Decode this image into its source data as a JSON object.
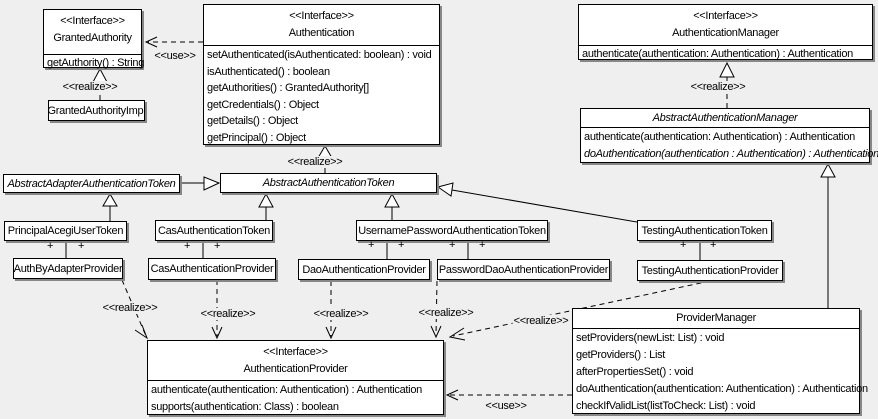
{
  "labels": {
    "use": "<<use>>",
    "realize": "<<realize>>",
    "plus": "+"
  },
  "colors": {
    "background": "#efefef",
    "box_fill": "#ffffff",
    "line": "#000000",
    "shadow": "#878787"
  },
  "classes": {
    "granted_authority": {
      "stereotype": "<<Interface>>",
      "name": "GrantedAuthority",
      "methods": [
        "getAuthority() : String"
      ]
    },
    "granted_authority_impl": {
      "name": "GrantedAuthorityImpl"
    },
    "authentication": {
      "stereotype": "<<Interface>>",
      "name": "Authentication",
      "methods": [
        "setAuthenticated(isAuthenticated: boolean) : void",
        "isAuthenticated() : boolean",
        "getAuthorities() : GrantedAuthority[]",
        "getCredentials() : Object",
        "getDetails() : Object",
        "getPrincipal() : Object"
      ]
    },
    "authentication_manager": {
      "stereotype": "<<Interface>>",
      "name": "AuthenticationManager",
      "methods": [
        "authenticate(authentication: Authentication) : Authentication"
      ]
    },
    "abstract_authentication_manager": {
      "name": "AbstractAuthenticationManager",
      "methods": [
        "authenticate(authentication: Authentication) : Authentication",
        "doAuthentication(authentication : Authentication) : Authentication"
      ]
    },
    "abstract_adapter_authentication_token": {
      "name": "AbstractAdapterAuthenticationToken"
    },
    "abstract_authentication_token": {
      "name": "AbstractAuthenticationToken"
    },
    "principal_acegi_user_token": {
      "name": "PrincipalAcegiUserToken"
    },
    "cas_authentication_token": {
      "name": "CasAuthenticationToken"
    },
    "username_password_authentication_token": {
      "name": "UsernamePasswordAuthenticationToken"
    },
    "testing_authentication_token": {
      "name": "TestingAuthenticationToken"
    },
    "auth_by_adapter_provider": {
      "name": "AuthByAdapterProvider"
    },
    "cas_authentication_provider": {
      "name": "CasAuthenticationProvider"
    },
    "dao_authentication_provider": {
      "name": "DaoAuthenticationProvider"
    },
    "password_dao_authentication_provider": {
      "name": "PasswordDaoAuthenticationProvider"
    },
    "testing_authentication_provider": {
      "name": "TestingAuthenticationProvider"
    },
    "authentication_provider": {
      "stereotype": "<<Interface>>",
      "name": "AuthenticationProvider",
      "methods": [
        "authenticate(authentication: Authentication) : Authentication",
        "supports(authentication: Class) : boolean"
      ]
    },
    "provider_manager": {
      "name": "ProviderManager",
      "methods": [
        "setProviders(newList: List) : void",
        "getProviders() : List",
        "afterPropertiesSet() : void",
        "doAuthentication(authentication: Authentication) : Authentication",
        "checkIfValidList(listToCheck: List) : void"
      ]
    }
  }
}
